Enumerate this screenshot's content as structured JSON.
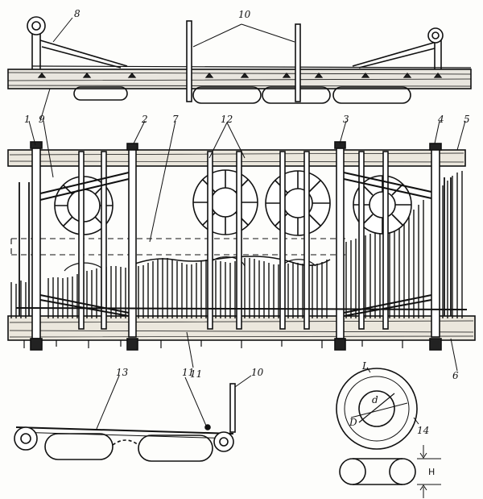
{
  "figure": {
    "top_view": {
      "callouts": {
        "gear": "8",
        "stakes": "10"
      }
    },
    "front_view": {
      "callouts": {
        "post_1": "1",
        "post_2": "2",
        "post_3": "3",
        "post_4": "4",
        "beam": "5",
        "base_log": "6",
        "panel": "7",
        "rods": "9",
        "bottom_tie": "11",
        "wheels": "12"
      }
    },
    "side_view": {
      "callouts": {
        "frame": "13",
        "tie": "11",
        "stake": "10"
      }
    },
    "wheel_detail": {
      "callouts": {
        "figure_number": "14"
      },
      "dimensions": {
        "outer": "D",
        "inner": "d",
        "height": "H",
        "top": "L"
      }
    }
  }
}
